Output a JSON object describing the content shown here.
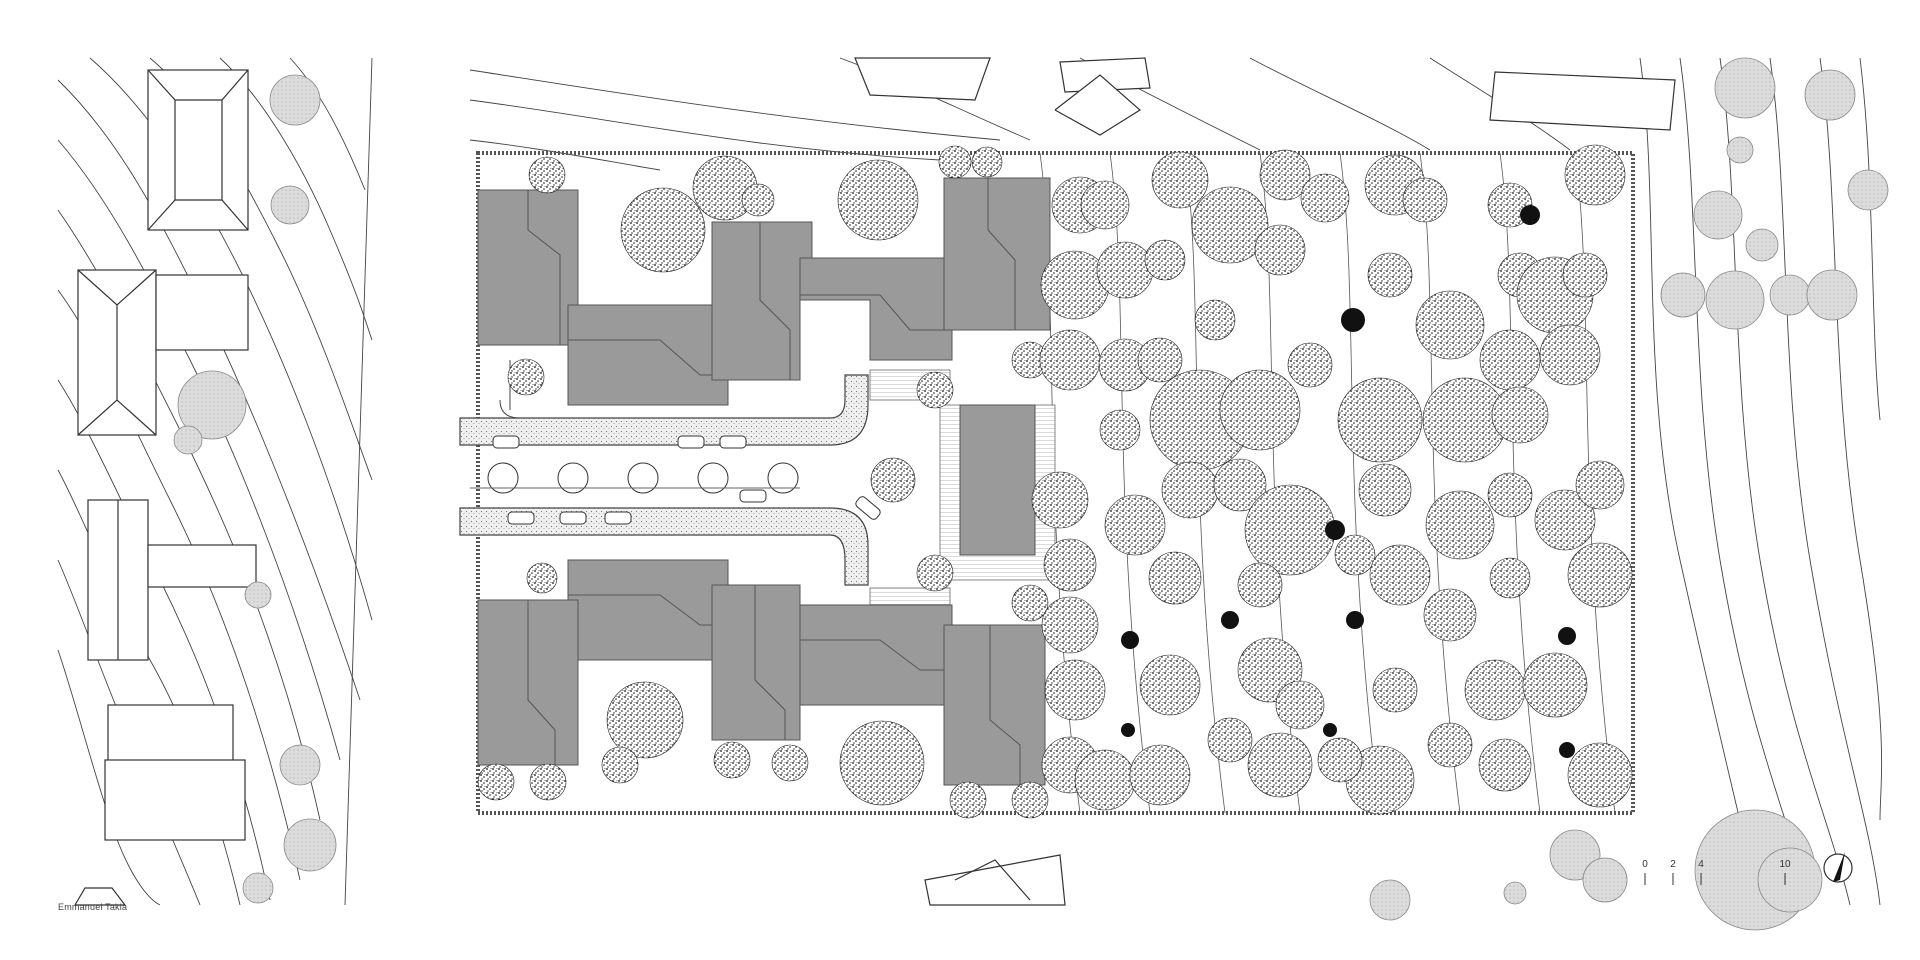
{
  "drawing": {
    "author": "Emmanuel Takla",
    "scale_bar": {
      "labels": [
        "0",
        "2",
        "4",
        "10"
      ]
    },
    "north_arrow_icon": "north-arrow-icon"
  },
  "colors": {
    "roof": "#9a9a9a",
    "roof_edge": "#4a4a4a",
    "line": "#333333",
    "road_fill": "#e8e8e8",
    "hedge": "#555555",
    "tree_stipple": "#1a1a1a",
    "neighbor_tree": "#d2d2d2"
  }
}
